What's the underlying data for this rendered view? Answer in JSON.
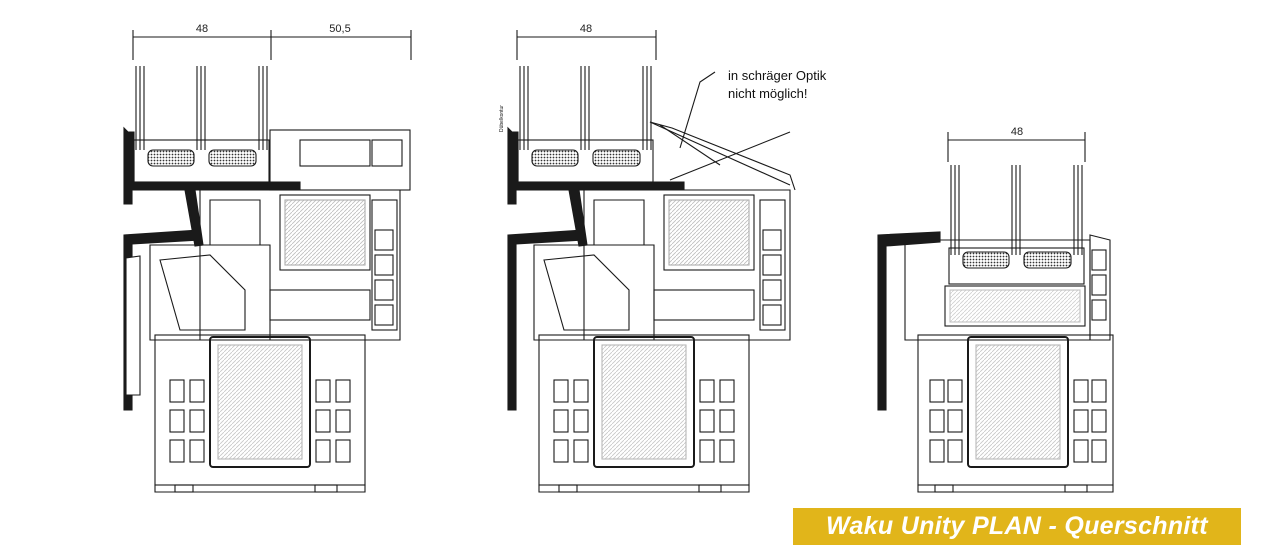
{
  "banner": {
    "title": "Waku Unity PLAN - Querschnitt",
    "background": "#e1b51a",
    "text_color": "#ffffff"
  },
  "drawings": [
    {
      "id": "left",
      "dimensions": [
        "48",
        "50,5"
      ]
    },
    {
      "id": "middle",
      "dimensions": [
        "48"
      ],
      "annotation": {
        "line1": "in schräger Optik",
        "line2": "nicht möglich!"
      },
      "stamp": "Dübelkontur"
    },
    {
      "id": "right",
      "dimensions": [
        "48"
      ]
    }
  ],
  "colors": {
    "line": "#1a1a1a",
    "fill_dark": "#1a1a1a",
    "hatch": "#555555"
  }
}
